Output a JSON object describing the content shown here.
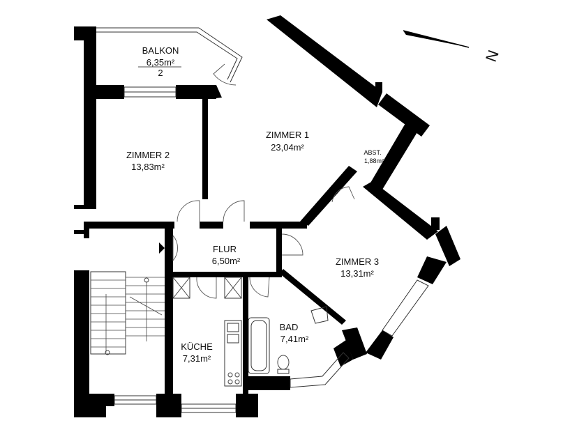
{
  "north_label": "N",
  "rooms": {
    "balkon": {
      "name": "BALKON",
      "area": "6,35m²",
      "extra": "2"
    },
    "zimmer1": {
      "name": "ZIMMER 1",
      "area": "23,04m²"
    },
    "zimmer2": {
      "name": "ZIMMER 2",
      "area": "13,83m²"
    },
    "abst": {
      "name": "ABST.",
      "area": "1,88m²"
    },
    "flur": {
      "name": "FLUR",
      "area": "6,50m²"
    },
    "zimmer3": {
      "name": "ZIMMER 3",
      "area": "13,31m²"
    },
    "bad": {
      "name": "BAD",
      "area": "7,41m²"
    },
    "kueche": {
      "name": "KÜCHE",
      "area": "7,31m²"
    }
  }
}
